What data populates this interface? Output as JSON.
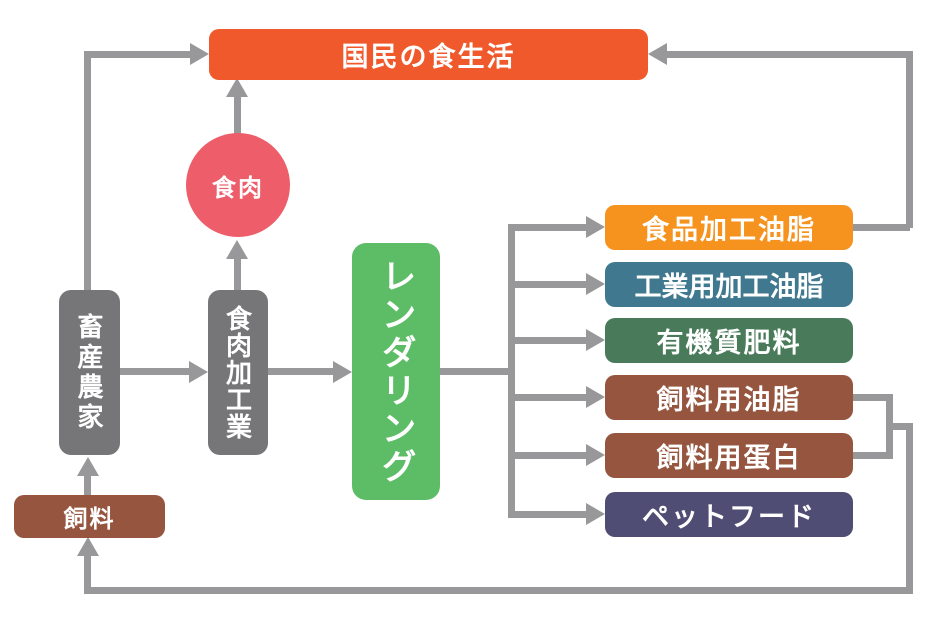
{
  "palette": {
    "arrow": "#98989B",
    "gray_box": "#767578",
    "background": "#FFFFFF"
  },
  "nodes": {
    "national_diet": {
      "label": "国民の食生活",
      "color": "#F0592B"
    },
    "meat": {
      "label": "食肉",
      "color": "#ED5E6A"
    },
    "livestock_farmers": {
      "label": "畜産農家",
      "color": "#767578"
    },
    "meat_processing": {
      "label": "食肉加工業",
      "color": "#767578"
    },
    "rendering": {
      "label": "レンダリング",
      "color": "#5CBD66"
    },
    "feed": {
      "label": "飼料",
      "color": "#96553F"
    },
    "products": [
      {
        "label": "食品加工油脂",
        "color": "#F6921E"
      },
      {
        "label": "工業用加工油脂",
        "color": "#40798F"
      },
      {
        "label": "有機質肥料",
        "color": "#497B5B"
      },
      {
        "label": "飼料用油脂",
        "color": "#96553F"
      },
      {
        "label": "飼料用蛋白",
        "color": "#96553F"
      },
      {
        "label": "ペットフード",
        "color": "#4F4D73"
      }
    ]
  },
  "edges": [
    "feed -> livestock_farmers",
    "livestock_farmers -> meat_processing",
    "livestock_farmers -> national_diet",
    "meat_processing -> meat",
    "meat -> national_diet",
    "meat_processing -> rendering",
    "rendering -> 食品加工油脂",
    "rendering -> 工業用加工油脂",
    "rendering -> 有機質肥料",
    "rendering -> 飼料用油脂",
    "rendering -> 飼料用蛋白",
    "rendering -> ペットフード",
    "食品加工油脂 -> national_diet",
    "飼料用油脂 -> feed",
    "飼料用蛋白 -> feed"
  ]
}
